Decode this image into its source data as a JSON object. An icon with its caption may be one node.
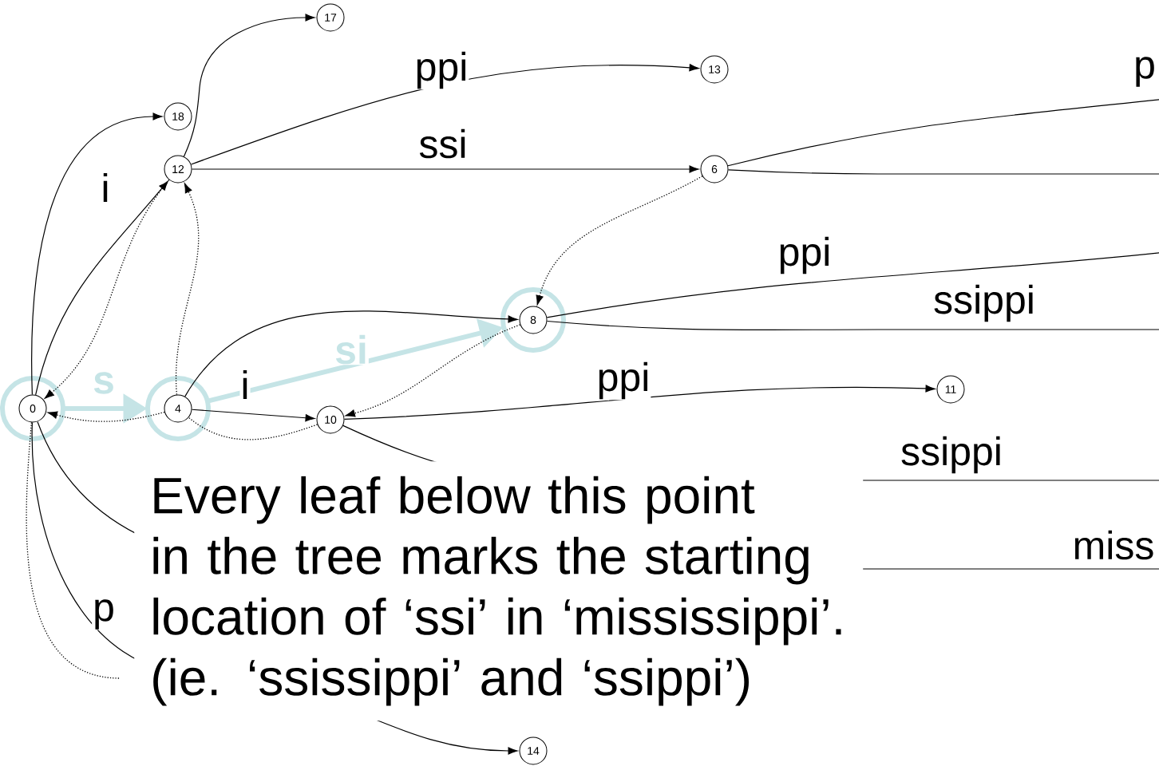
{
  "diagram": {
    "nodes": [
      {
        "text": [
          "0"
        ]
      },
      {
        "text": [
          "4"
        ]
      },
      {
        "text": [
          "8"
        ]
      },
      {
        "text": [
          "10"
        ]
      },
      {
        "text": [
          "12"
        ]
      },
      {
        "text": [
          "6"
        ]
      },
      {
        "text": [
          "13"
        ]
      },
      {
        "text": [
          "17"
        ]
      },
      {
        "text": [
          "18"
        ]
      },
      {
        "text": [
          "11"
        ]
      },
      {
        "text": [
          "14"
        ]
      }
    ],
    "edges": [
      {
        "from": 0,
        "to": 8,
        "arrow": "to"
      },
      {
        "from": 0,
        "to": 4,
        "arrow": "to",
        "label": "i"
      },
      {
        "from": 4,
        "to": 7,
        "arrow": "to"
      },
      {
        "from": 4,
        "to": 6,
        "arrow": "to",
        "label": "ppi"
      },
      {
        "from": 4,
        "to": 5,
        "arrow": "to",
        "label": "ssi"
      },
      {
        "from": 5,
        "to": null,
        "arrow": "none",
        "label": "p"
      },
      {
        "from": 5,
        "to": null,
        "arrow": "none"
      },
      {
        "from": 0,
        "to": 1,
        "arrow": "to",
        "label": "s",
        "style": "thick",
        "color": "#c5e4e6"
      },
      {
        "from": 1,
        "to": 2,
        "arrow": "to"
      },
      {
        "from": 1,
        "to": 2,
        "arrow": "to",
        "label": "si",
        "style": "thick",
        "color": "#c5e4e6"
      },
      {
        "from": 1,
        "to": 3,
        "arrow": "to",
        "label": "i"
      },
      {
        "from": 3,
        "to": 9,
        "arrow": "to",
        "label": "ppi"
      },
      {
        "from": 2,
        "to": null,
        "arrow": "none",
        "label": "ppi"
      },
      {
        "from": 2,
        "to": null,
        "arrow": "none",
        "label": "ssippi"
      },
      {
        "from": 3,
        "to": null,
        "arrow": "none",
        "label": "ssippi"
      },
      {
        "from": 0,
        "to": null,
        "arrow": "none",
        "label": "miss"
      },
      {
        "from": 0,
        "to": 10,
        "arrow": "to",
        "label": "p"
      },
      {
        "from": 4,
        "to": 0,
        "arrow": "to",
        "style": "dashed"
      },
      {
        "from": 1,
        "to": 4,
        "arrow": "to",
        "style": "dashed"
      },
      {
        "from": 1,
        "to": 0,
        "arrow": "to",
        "style": "dashed"
      },
      {
        "from": 5,
        "to": 2,
        "arrow": "to",
        "style": "dashed"
      },
      {
        "from": 2,
        "to": 3,
        "arrow": "to",
        "style": "dashed"
      },
      {
        "from": 3,
        "to": 1,
        "arrow": "none",
        "style": "dashed"
      },
      {
        "from": 0,
        "to": null,
        "arrow": "none",
        "style": "dashed"
      }
    ],
    "labels": [
      "Every leaf below this point in the tree marks the starting location of ‘ssi’ in ‘mississippi’.",
      "(ie. ‘ssissippi’ and ‘ssippi’)"
    ]
  }
}
